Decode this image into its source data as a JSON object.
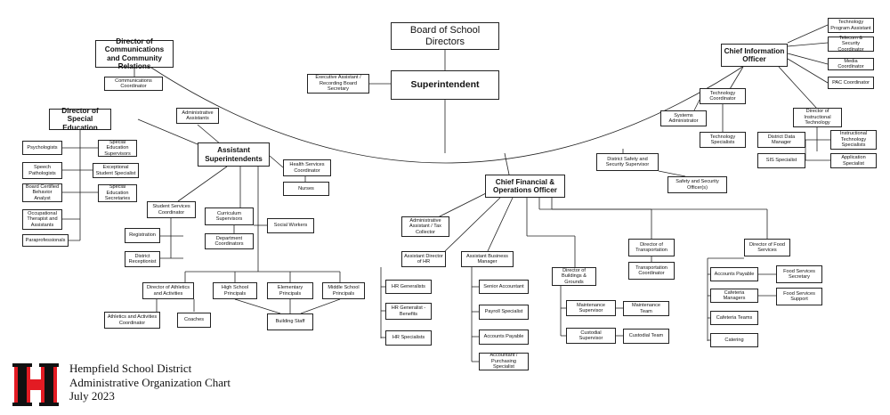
{
  "colors": {
    "logo_red": "#e31b23",
    "logo_black": "#111111",
    "line": "#222222"
  },
  "org": {
    "board": "Board of School Directors",
    "superintendent": "Superintendent",
    "exec_assistant": "Executive Assistant / Recording Board Secretary",
    "dir_comm": "Director of Communications and Community Relations",
    "comm_coord": "Communications Coordinator",
    "cio": "Chief Information Officer",
    "tech_program_asst": "Technology Program Assistant",
    "telecom": "Telecom & Security Coordinator",
    "media_coord": "Media Coordinator",
    "pac_coord": "PAC Coordinator",
    "tech_coord": "Technology Coordinator",
    "sys_admin": "Systems Administrator",
    "tech_specialists": "Technology Specialists",
    "dir_instr_tech": "Director of Instructional Technology",
    "data_manager": "District Data Manager",
    "instr_tech_spec": "Instructional Technology Specialists",
    "sis_specialist": "SIS Specialist",
    "app_specialist": "Application Specialist",
    "dir_special_ed": "Director of Special Education",
    "psychologists": "Psychologists",
    "speech": "Speech Pathologists",
    "bcba": "Board Certified Behavior Analyst",
    "ot": "Occupational Therapist and Assistants",
    "paras": "Paraprofessionals",
    "sped_supervisors": "Special Education Supervisors",
    "exceptional": "Exceptional Student Specialist",
    "sped_secretaries": "Special Education Secretaries",
    "admin_assistants": "Administrative Assistants",
    "asst_supers": "Assistant Superintendents",
    "health_coord": "Health Services Coordinator",
    "nurses": "Nurses",
    "student_services": "Student Services Coordinator",
    "registration": "Registration",
    "district_receptionist": "District Receptionist",
    "curriculum_sup": "Curriculum Supervisors",
    "dept_coord": "Department Coordinators",
    "social_workers": "Social Workers",
    "dir_athletics": "Director of Athletics and Activities",
    "athletics_coord": "Athletics and Activities Coordinator",
    "coaches": "Coaches",
    "hs_principals": "High School Principals",
    "elem_principals": "Elementary Principals",
    "ms_principals": "Middle School Principals",
    "building_staff": "Building Staff",
    "district_safety_sup": "District Safety and Security Supervisor",
    "safety_officers": "Safety and Security Officer(s)",
    "cfo": "Chief Financial & Operations Officer",
    "admin_asst_tax": "Administrative Assistant / Tax Collector",
    "asst_dir_hr": "Assistant Director of HR",
    "hr_generalists": "HR Generalists",
    "hr_benefits": "HR Generalist - Benefits",
    "hr_specialists": "HR Specialists",
    "asst_business_mgr": "Assistant Business Manager",
    "senior_accountant": "Senior Accountant",
    "payroll": "Payroll Specialist",
    "accounts_payable": "Accounts Payable",
    "accountant_purchasing": "Accountant / Purchasing Specialist",
    "dir_buildings": "Director of Buildings & Grounds",
    "maint_supervisor": "Maintenance Supervisor",
    "maint_team": "Maintenance Team",
    "custodial_supervisor": "Custodial Supervisor",
    "custodial_team": "Custodial Team",
    "dir_transportation": "Director of Transportation",
    "transport_coord": "Transportation Coordinator",
    "dir_food": "Director of Food Services",
    "food_accounts_payable": "Accounts Payable",
    "food_secretary": "Food Services Secretary",
    "cafeteria_managers": "Cafeteria Managers",
    "food_support": "Food Services Support",
    "cafeteria_teams": "Cafeteria Teams",
    "catering": "Catering"
  },
  "footer": {
    "district": "Hempfield School District",
    "chart_title": "Administrative Organization Chart",
    "date": "July 2023"
  }
}
